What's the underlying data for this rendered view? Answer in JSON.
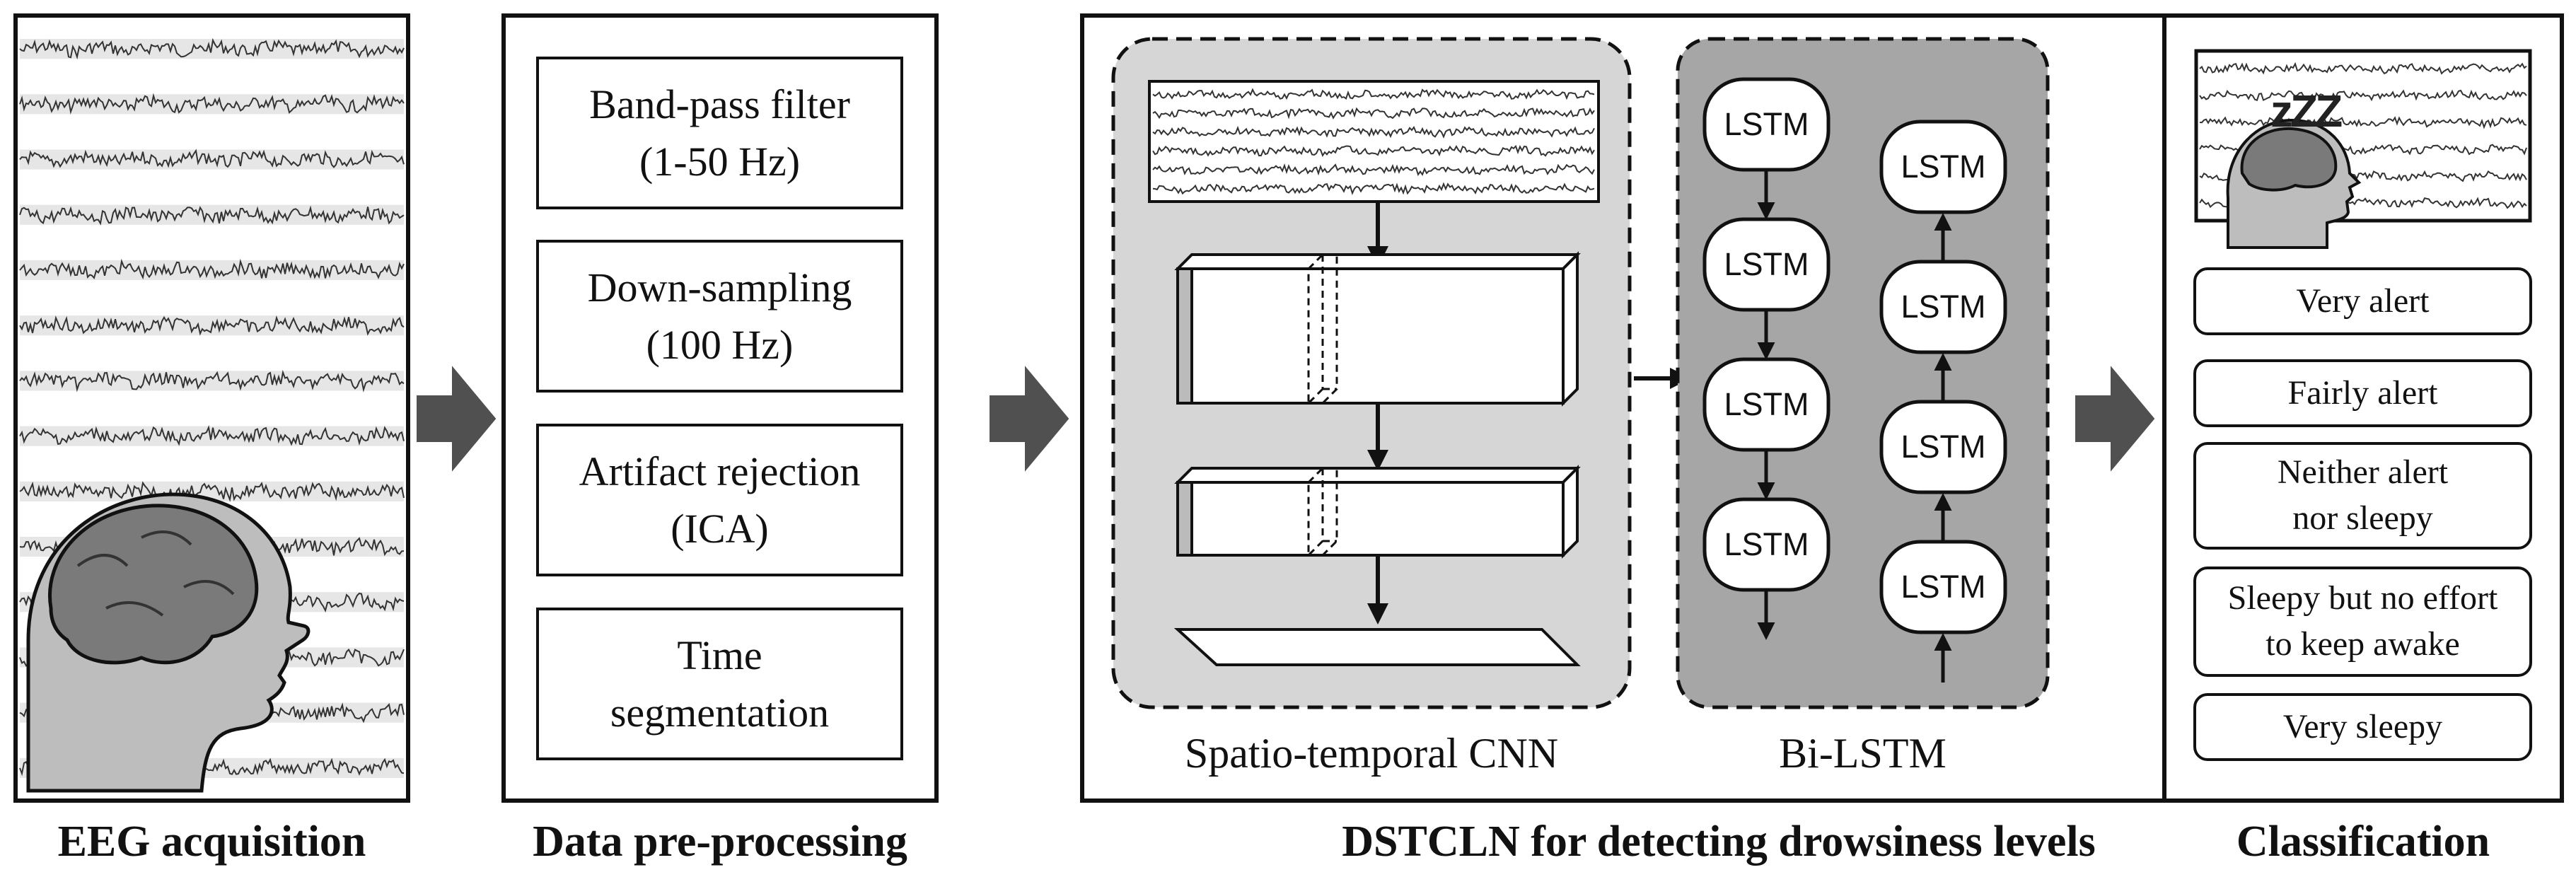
{
  "panels": {
    "acquisition": {
      "title": "EEG acquisition"
    },
    "preprocessing": {
      "title": "Data pre-processing",
      "steps": [
        {
          "line1": "Band-pass filter",
          "line2": "(1-50 Hz)"
        },
        {
          "line1": "Down-sampling",
          "line2": "(100 Hz)"
        },
        {
          "line1": "Artifact rejection",
          "line2": "(ICA)"
        },
        {
          "line1": "Time",
          "line2": "segmentation"
        }
      ]
    },
    "model": {
      "title": "DSTCLN for detecting drowsiness levels",
      "cnn_label": "Spatio-temporal CNN",
      "bilstm_label": "Bi-LSTM",
      "lstm_forward": [
        "LSTM",
        "LSTM",
        "LSTM",
        "LSTM"
      ],
      "lstm_backward": [
        "LSTM",
        "LSTM",
        "LSTM",
        "LSTM"
      ]
    },
    "classification": {
      "title": "Classification",
      "sleep_symbol": "zZZ",
      "classes": [
        {
          "line1": "Very alert",
          "line2": ""
        },
        {
          "line1": "Fairly alert",
          "line2": ""
        },
        {
          "line1": "Neither alert",
          "line2": "nor sleepy"
        },
        {
          "line1": "Sleepy but no effort",
          "line2": "to keep awake"
        },
        {
          "line1": "Very sleepy",
          "line2": ""
        }
      ]
    }
  },
  "colors": {
    "arrow_fill": "#505050",
    "cnn_background": "#d6d6d6",
    "lstm_background": "#a6a6a6",
    "head_fill": "#bdbdbd",
    "brain_fill": "#7a7a7a"
  }
}
